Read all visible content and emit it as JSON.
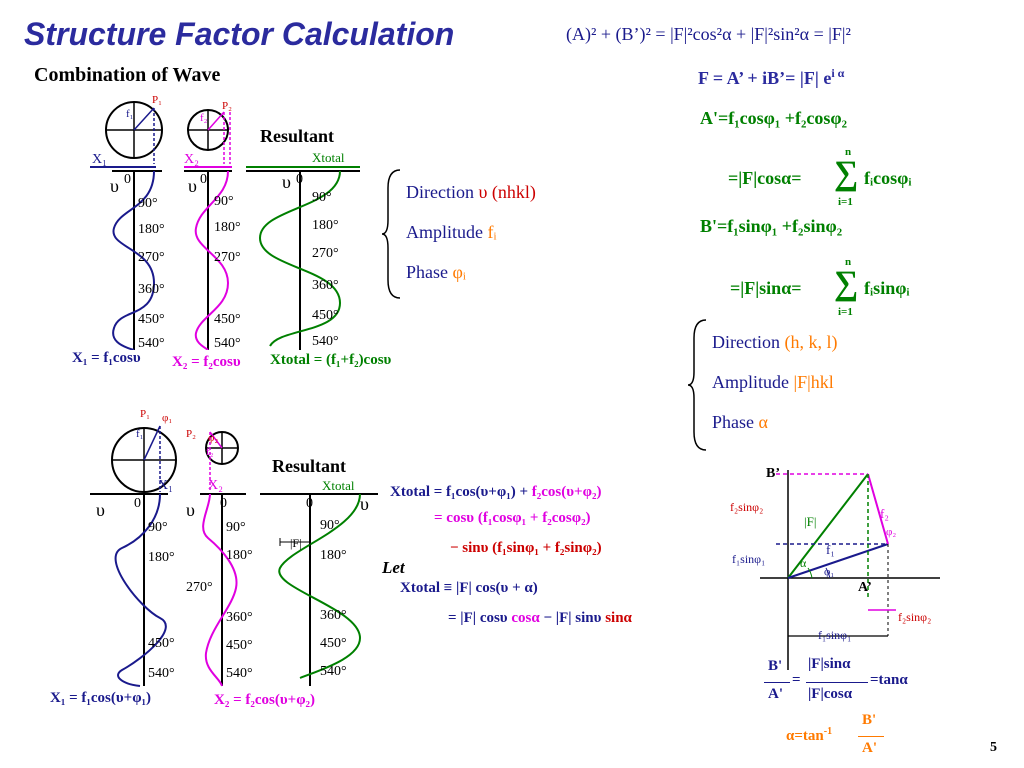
{
  "title": "Structure Factor Calculation",
  "subtitle": "Combination of Wave",
  "page_number": "5",
  "top_equation": "(A)² + (B’)² = |F|²cos²α + |F|²sin²α = |F|²",
  "F_equation": "F = A’ + iB’= |F| e",
  "F_exp": "i α",
  "A_line": "A'=f₁cosφ₁ +f₂cosφ₂",
  "A_line2": "=|F|cosα=",
  "A_line2_tail": "fᵢcosφᵢ",
  "B_line": "B'=f₁sinφ₁ +f₂sinφ₂",
  "B_line2": "=|F|sinα=",
  "B_line2_tail": "fᵢsinφᵢ",
  "sum_top": "n",
  "sum_bottom": "i=1",
  "brace1": {
    "direction_label": "Direction",
    "direction_value": "υ (nhkl)",
    "amplitude_label": "Amplitude",
    "amplitude_value": "fᵢ",
    "phase_label": "Phase",
    "phase_value": "φᵢ"
  },
  "brace2": {
    "direction_label": "Direction",
    "direction_value": "(h, k, l)",
    "amplitude_label": "Amplitude",
    "amplitude_value": "|F|hkl",
    "phase_label": "Phase",
    "phase_value": "α"
  },
  "top_diagram": {
    "resultant": "Resultant",
    "angles": [
      "0",
      "90°",
      "180°",
      "270°",
      "360°",
      "450°",
      "540°"
    ],
    "x1_eq": "X₁ = f₁cosυ",
    "x2_eq": "X₂ = f₂cosυ",
    "xt_eq": "Xtotal = (f₁+f₂)cosυ",
    "labels": {
      "p1": "P₁",
      "p2": "P₂",
      "f1": "f₁",
      "f2": "f₂",
      "x1": "X₁",
      "x2": "X₂",
      "xtotal": "Xtotal",
      "upsilon": "υ"
    }
  },
  "bottom_diagram": {
    "resultant": "Resultant",
    "angles": [
      "0",
      "90°",
      "180°",
      "270°",
      "360°",
      "450°",
      "540°"
    ],
    "x1_eq": "X₁ = f₁cos(υ+φ₁)",
    "x2_eq": "X₂ = f₂cos(υ+φ₂)",
    "labels": {
      "p1": "P₁",
      "phi1": "φ₁",
      "p2": "P₂",
      "phi2": "φ₂",
      "f1": "f₁",
      "f2": "f₂",
      "x1": "X₁",
      "x2": "X₂",
      "xtotal": "Xtotal",
      "F": "|F|"
    }
  },
  "eq_block": {
    "line1_a": "Xtotal = f₁cos(υ+φ₁) +",
    "line1_b": "f₂cos(υ+φ₂)",
    "line2": "= cosυ (f₁cosφ₁ + f₂cosφ₂)",
    "line3": "− sinυ (f₁sinφ₁ + f₂sinφ₂)",
    "let": "Let",
    "line4": "Xtotal ≡ |F| cos(υ + α)",
    "line5_a": "= |F| cosυ",
    "line5_b": "cosα",
    "line5_c": "− |F| sinυ",
    "line5_d": "sinα"
  },
  "vector_diagram": {
    "B_prime": "B’",
    "A_prime": "A’",
    "f2sinphi2_left": "f₂sinφ₂",
    "f1sinphi1_left": "f₁sinφ₁",
    "F_label": "|F|",
    "f1": "f₁",
    "f2": "f₂",
    "alpha": "α",
    "phi1": "φ₁",
    "phi2": "φ₂",
    "f2sinphi2_right": "f₂sinφ₂",
    "f1sinphi1_bottom": "f₁sinφ₁"
  },
  "tan_eq": {
    "num_left": "B'",
    "den_left": "A'",
    "num_right": "|F|sinα",
    "den_right": "|F|cosα",
    "tail": "=tanα",
    "alpha_eq": "α=tan",
    "alpha_exp": "-1",
    "alpha_num": "B'",
    "alpha_den": "A'"
  },
  "colors": {
    "title": "#2b2b9e",
    "blue": "#1a1a8c",
    "green": "#008000",
    "magenta": "#e000e0",
    "red": "#cc0000",
    "orange": "#ff7a00"
  }
}
